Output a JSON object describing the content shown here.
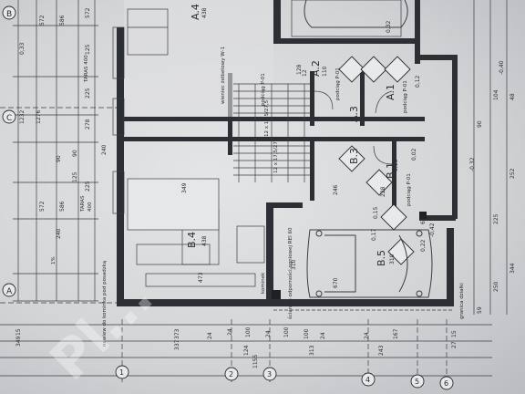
{
  "axes": {
    "letters": [
      "A",
      "B",
      "C"
    ],
    "numbers": [
      "1",
      "2",
      "3",
      "4",
      "5",
      "6"
    ]
  },
  "rooms": {
    "a4": {
      "code": "A.4",
      "area": "438"
    },
    "a2": {
      "code": "A.2",
      "area": "110",
      "sub": "12"
    },
    "a3": {
      "code": "A.3"
    },
    "a1": {
      "code": "A.1"
    },
    "b3": {
      "code": "B.3"
    },
    "b1": {
      "code": "B.1"
    },
    "b4": {
      "code": "B.4",
      "area": "438"
    },
    "b5": {
      "code": "B.5",
      "area": "310"
    }
  },
  "labels": {
    "taras_top": "TARAS 400",
    "taras_mid": "TARAS",
    "taras_mid_val": "400",
    "fire_wall": "ściana o odporności ogniowej REI 60",
    "boundary": "granica działki",
    "chimney": "kominek",
    "podciag_1": "podciąg P-01",
    "podciag_2": "podciąg P-01",
    "podciag_3": "podciąg P-01",
    "podciag_4": "podciąg P-01",
    "stairs_1": "12 x 17,5/27,5",
    "stairs_2": "12 x 17,5/27,5",
    "ring": "wieniec żelbetowy W-1",
    "note_left": "nawiew do kominka pod posadzką",
    "slope": "1%"
  },
  "dims": {
    "top_row": [
      "572",
      "586",
      "1232",
      "1276",
      "572",
      "125",
      "225",
      "240"
    ],
    "left_col": [
      "240",
      "90",
      "278",
      "90",
      "225",
      "125",
      "586",
      "572"
    ],
    "bottom_row1": [
      "15",
      "349",
      "24",
      "100",
      "24",
      "100",
      "15",
      "27"
    ],
    "bottom_row2": [
      "373",
      "337",
      "124",
      "24",
      "100",
      "24"
    ],
    "bottom_row3": [
      "1155",
      "313",
      "243",
      "167",
      "24"
    ],
    "right_col": [
      "59",
      "250",
      "344",
      "225",
      "252",
      "104",
      "48",
      "90"
    ],
    "misc": [
      "349",
      "310",
      "473",
      "670",
      "128",
      "246",
      "228",
      "600",
      "0,32",
      "0,33",
      "0,12",
      "0,13",
      "0,02",
      "0,17",
      "0,15",
      "0,22",
      "-0,40",
      "-0,32",
      "-0,42"
    ]
  },
  "watermark": "Pl..."
}
